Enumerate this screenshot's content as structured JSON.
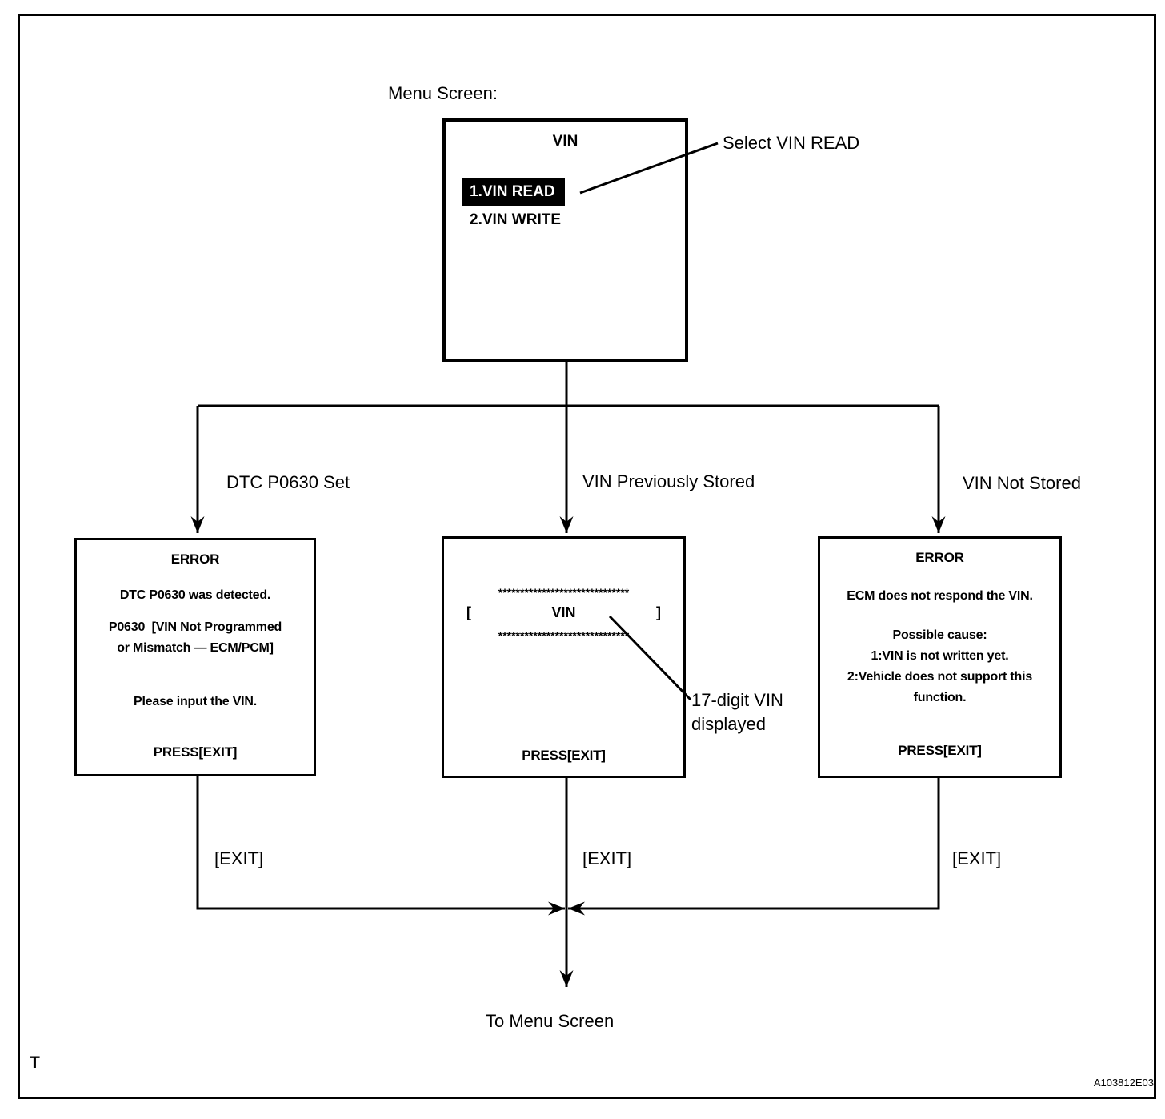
{
  "diagram": {
    "corner_mark": "T",
    "figure_id": "A103812E03",
    "menu_label": "Menu Screen:",
    "select_annotation": "Select VIN READ",
    "menu_screen": {
      "title": "VIN",
      "item_read": "1.VIN READ",
      "item_write": "2.VIN WRITE"
    },
    "branches": [
      {
        "label": "DTC P0630 Set"
      },
      {
        "label": "VIN Previously Stored"
      },
      {
        "label": "VIN Not Stored"
      }
    ],
    "error_left": {
      "title": "ERROR",
      "line1": "DTC P0630 was detected.",
      "line2": "P0630  [VIN Not Programmed\nor Mismatch — ECM/PCM]",
      "line3": "Please input the VIN.",
      "press": "PRESS[EXIT]"
    },
    "vin_screen": {
      "asterisks_top": "******************************",
      "bracket_open": "[",
      "label": "VIN",
      "bracket_close": "]",
      "asterisks_bottom": "******************************",
      "press": "PRESS[EXIT]"
    },
    "error_right": {
      "title": "ERROR",
      "line1": "ECM does not respond the VIN.",
      "cause": "Possible cause:\n1:VIN is not written yet.\n2:Vehicle does not support this\nfunction.",
      "press": "PRESS[EXIT]"
    },
    "vin_annotation": "17-digit VIN\ndisplayed",
    "exit_left": "[EXIT]",
    "exit_middle": "[EXIT]",
    "exit_right": "[EXIT]",
    "to_menu": "To Menu Screen"
  },
  "colors": {
    "line": "#000000",
    "background": "#ffffff",
    "highlight_bg": "#000000",
    "highlight_text": "#ffffff"
  }
}
